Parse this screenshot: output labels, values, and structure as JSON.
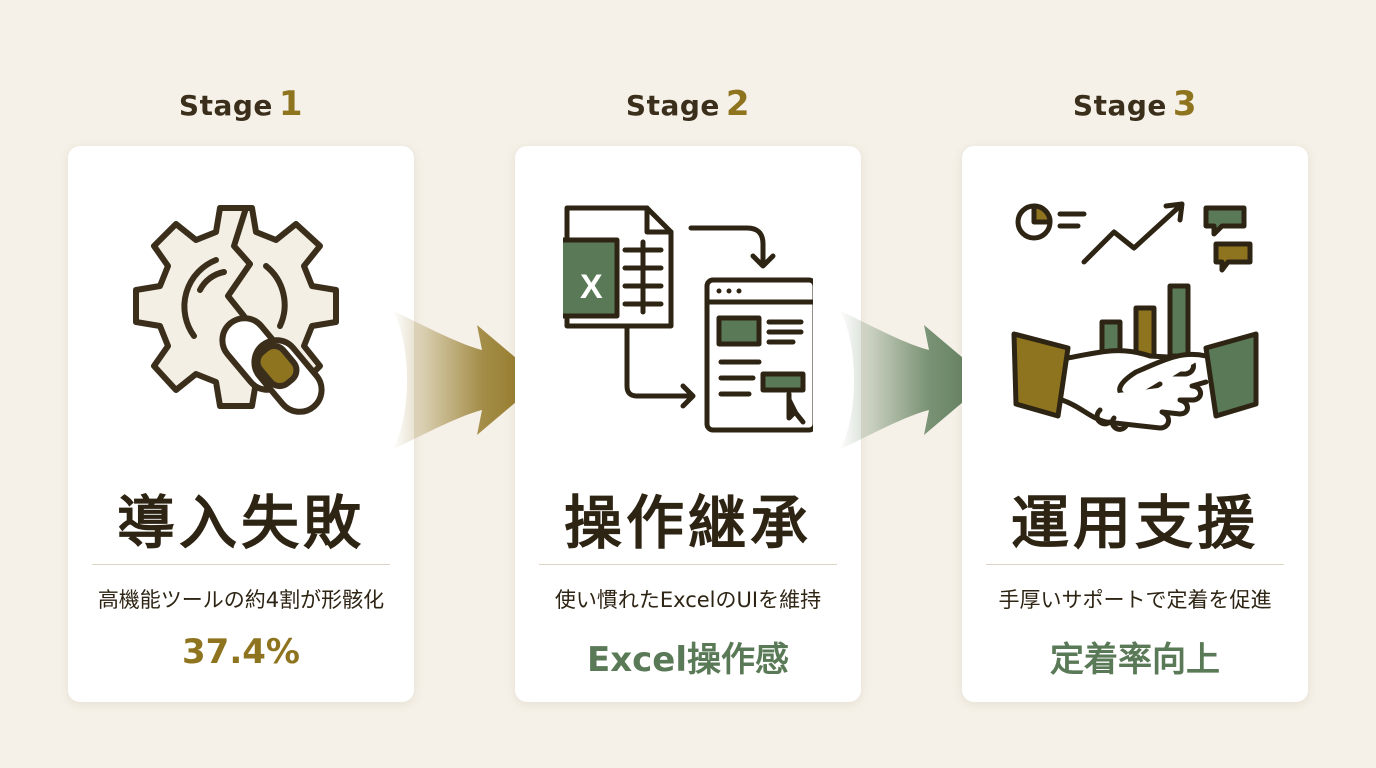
{
  "stages": [
    {
      "label": "Stage",
      "number": "1",
      "title": "導入失敗",
      "description": "高機能ツールの約4割が形骸化",
      "stat": "37.4%",
      "icon": "broken-gear-icon",
      "accent": "#8f7420"
    },
    {
      "label": "Stage",
      "number": "2",
      "title": "操作継承",
      "description": "使い慣れたExcelのUIを維持",
      "stat": "Excel操作感",
      "icon": "excel-to-ui-icon",
      "accent": "#5a7a57"
    },
    {
      "label": "Stage",
      "number": "3",
      "title": "運用支援",
      "description": "手厚いサポートで定着を促進",
      "stat": "定着率向上",
      "icon": "handshake-growth-icon",
      "accent": "#5a7a57"
    }
  ],
  "colors": {
    "background": "#f5f1e8",
    "gold": "#8f7420",
    "green": "#5a7a57",
    "ink": "#2e2414"
  },
  "arrows": [
    "arrow-right-icon",
    "arrow-right-icon"
  ]
}
